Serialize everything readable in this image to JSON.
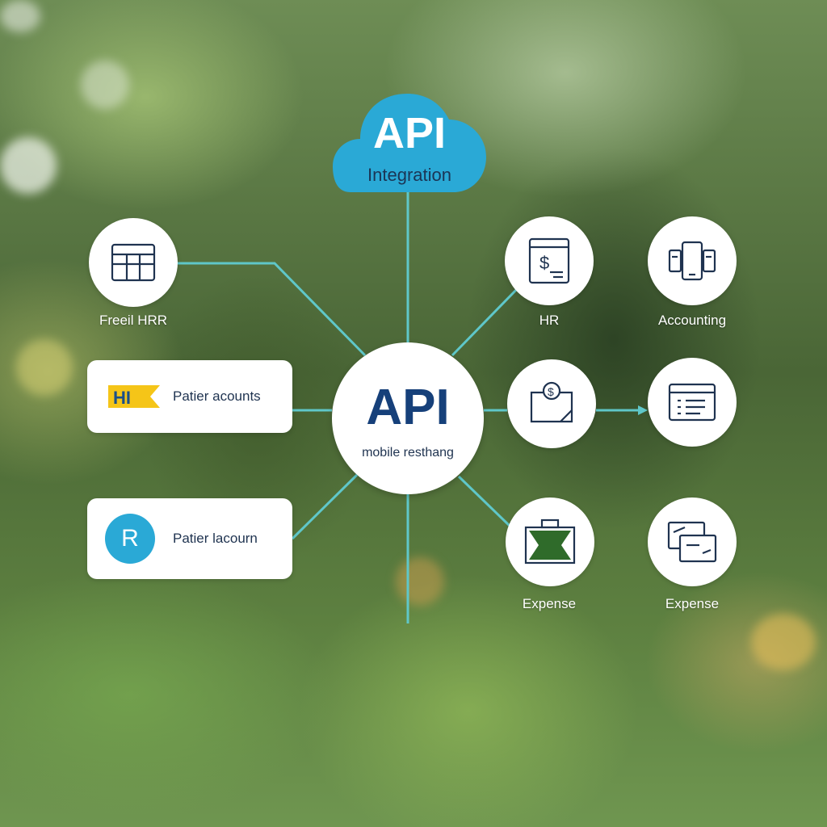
{
  "colors": {
    "accent": "#2aa9d6",
    "link": "#5fc7c9",
    "navy": "#1f3350",
    "brand_yellow": "#f5c518"
  },
  "cloud": {
    "title": "API",
    "subtitle": "Integration",
    "icon": "cloud-icon"
  },
  "center": {
    "title": "API",
    "subtitle": "mobile resthang"
  },
  "left_nodes": [
    {
      "caption": "Freeil HRR",
      "icon": "table-icon"
    }
  ],
  "cards": [
    {
      "badge": "HI",
      "label": "Patier acounts",
      "icon": "hi-logo-icon"
    },
    {
      "badge": "R",
      "label": "Patier lacourn",
      "icon": "r-circle-icon"
    }
  ],
  "right_nodes": [
    {
      "caption": "HR",
      "icon": "invoice-dollar-icon"
    },
    {
      "caption": "Accounting",
      "icon": "mobile-devices-icon"
    },
    {
      "caption": "",
      "icon": "wallet-dollar-icon"
    },
    {
      "caption": "",
      "icon": "list-window-icon"
    },
    {
      "caption": "Expense",
      "icon": "briefcase-icon"
    },
    {
      "caption": "Expense",
      "icon": "documents-icon"
    }
  ]
}
